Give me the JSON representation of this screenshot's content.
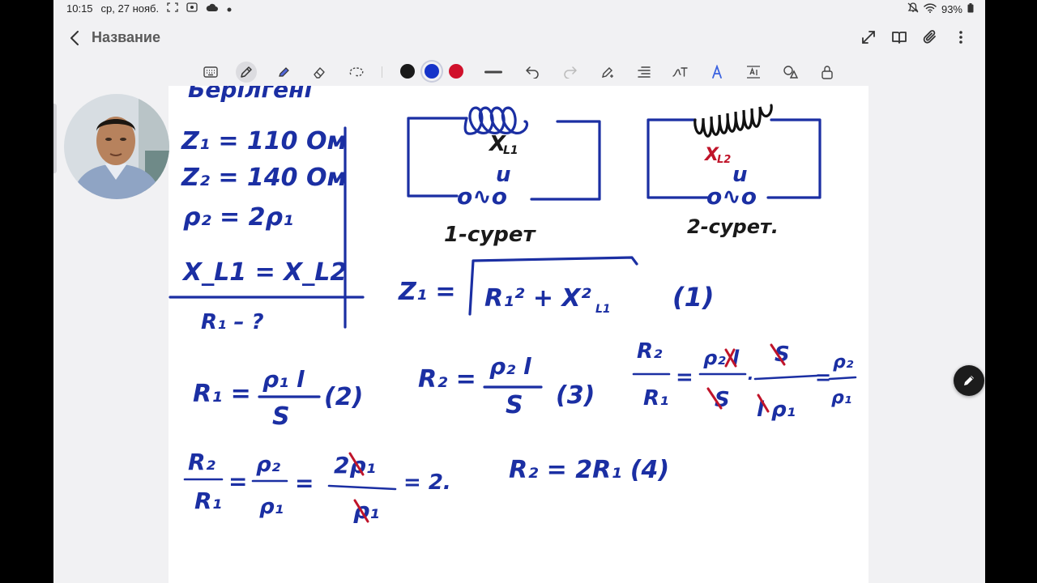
{
  "status": {
    "time": "10:15",
    "date": "ср, 27 нояб.",
    "battery": "93%"
  },
  "header": {
    "title": "Название"
  },
  "colors": {
    "black": "#1a1a1a",
    "blue": "#1533c9",
    "red": "#d0112b",
    "ink": "#1b2fa3"
  },
  "toolbar": {
    "tools": [
      "keyboard-icon",
      "pen-icon",
      "highlighter-icon",
      "eraser-icon",
      "lasso-icon"
    ],
    "selected_color": "blue",
    "right_tools": [
      "line-icon",
      "undo-icon",
      "redo-icon",
      "pen-settings-icon",
      "align-icon",
      "text-convert-icon",
      "text-style-icon",
      "text-box-icon",
      "shapes-icon",
      "lock-icon"
    ]
  },
  "notes": {
    "given_header": "Берілгені",
    "z1": "Z₁ = 110 Ом",
    "z2": "Z₂ = 140 Ом",
    "rho": "ρ₂ = 2ρ₁",
    "xl": "X_L1 = X_L2",
    "find": "R₁ – ?",
    "fig1_label": "1-сурет",
    "fig2_label": "2-сурет.",
    "fig1_coil": "X",
    "fig1_coil_sub": "L1",
    "fig2_coil": "X",
    "fig2_coil_sub": "L2",
    "source_u": "u",
    "source_sym": "o∿o",
    "eq1_left": "Z₁ =",
    "eq1_radical": "R₁² + X²",
    "eq1_radical_sub": "L1",
    "eq1_num": "(1)",
    "eq2_left": "R₁ =",
    "eq2_num_top": "ρ₁ l",
    "eq2_den": "S",
    "eq2_num": "(2)",
    "eq3_left": "R₂ =",
    "eq3_top": "ρ₂ l",
    "eq3_den": "S",
    "eq3_num": "(3)",
    "ratio_top": "R₂",
    "ratio_bot": "R₁",
    "ratio_mid_top": "ρ₂ l",
    "ratio_mid_bot": "S",
    "ratio_dot": "·",
    "ratio_r_top": "S",
    "ratio_r_bot": "l ρ₁",
    "ratio_end_top": "ρ₂",
    "ratio_end_bot": "ρ₁",
    "row3_a_top": "R₂",
    "row3_a_bot": "R₁",
    "row3_b_top": "ρ₂",
    "row3_b_bot": "ρ₁",
    "row3_c_top": "2ρ₁",
    "row3_c_bot": "ρ₁",
    "row3_result": "= 2.",
    "eq4": "R₂ = 2R₁ (4)",
    "eq_sign": "="
  }
}
